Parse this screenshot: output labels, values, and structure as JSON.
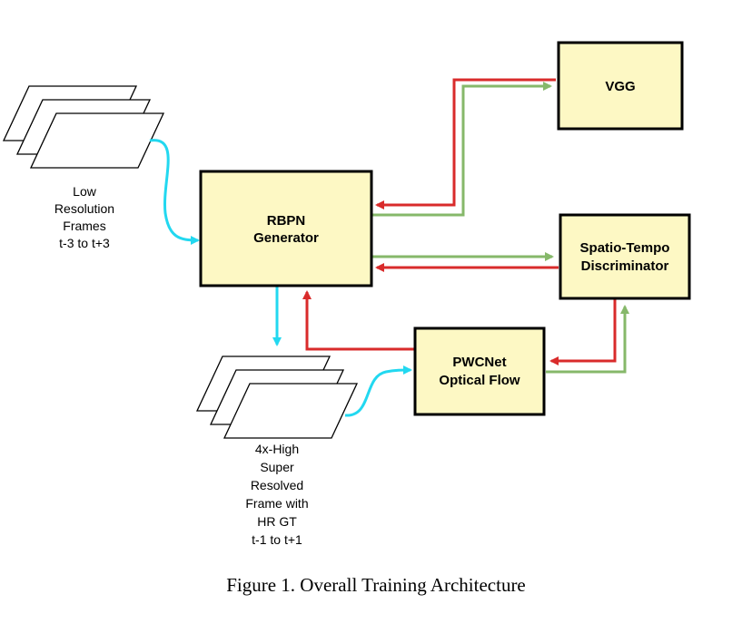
{
  "boxes": {
    "rbpn": [
      "RBPN",
      "Generator"
    ],
    "vgg": [
      "VGG"
    ],
    "disc": [
      "Spatio-Tempo",
      "Discriminator"
    ],
    "pwc": [
      "PWCNet",
      "Optical Flow"
    ]
  },
  "labels": {
    "low_res": [
      "Low",
      "Resolution",
      "Frames",
      "t-3 to t+3"
    ],
    "super_res": [
      "4x-High",
      "Super",
      "Resolved",
      "Frame with",
      "HR GT",
      "t-1 to t+1"
    ]
  },
  "caption": "Figure 1. Overall Training Architecture",
  "colors": {
    "box_fill": "#fdf8c4",
    "cyan": "#22d8f0",
    "red": "#d92b2b",
    "green": "#86b86a"
  }
}
